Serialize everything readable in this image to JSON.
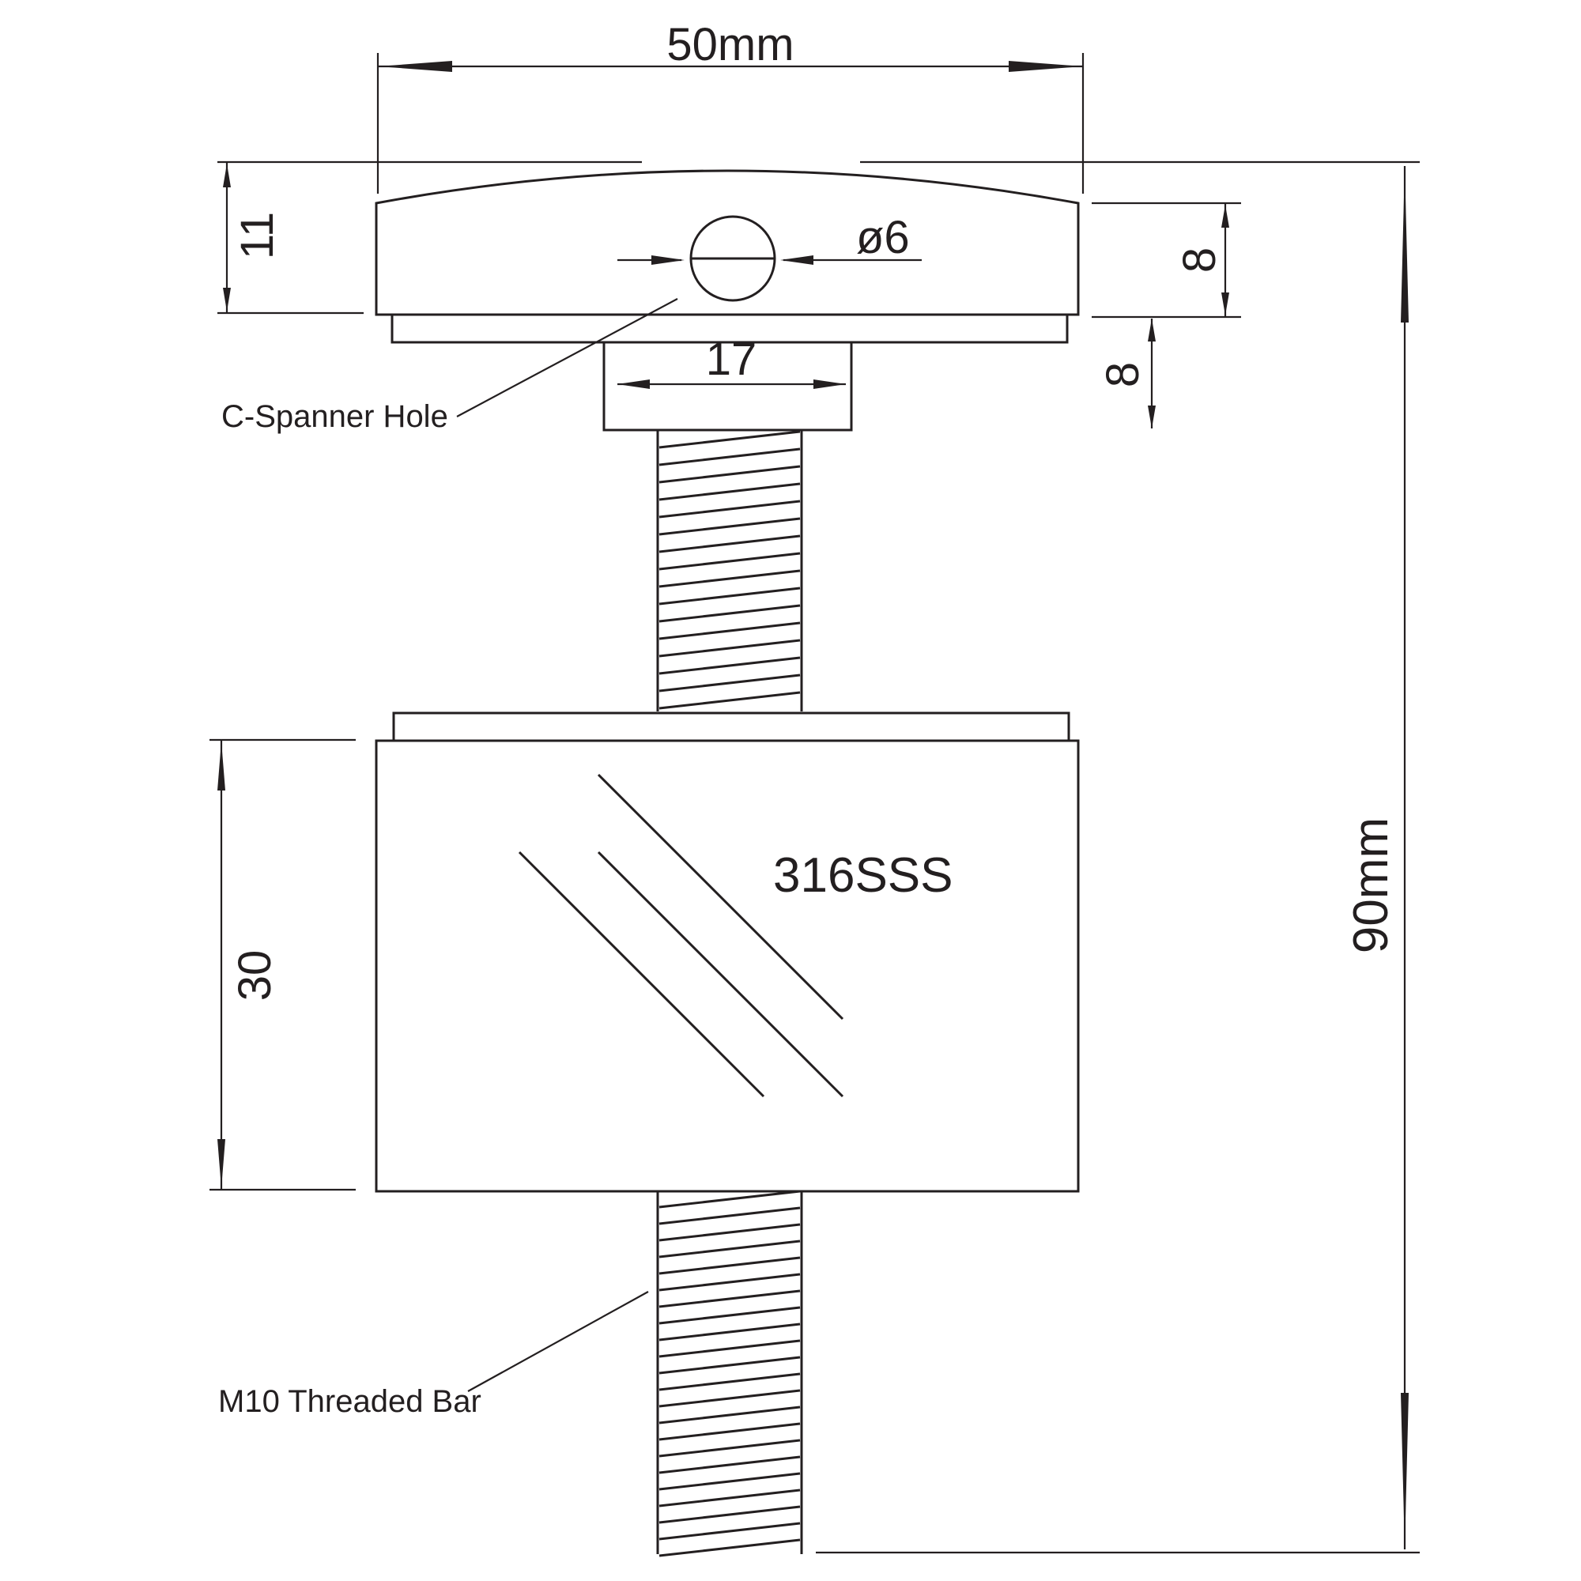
{
  "dimensions": {
    "overall_width": "50mm",
    "overall_height": "90mm",
    "cap_thickness": "11",
    "hole_diameter": "ø6",
    "collar_width": "17",
    "hole_to_edge": "8",
    "collar_height": "8",
    "body_height": "30"
  },
  "labels": {
    "spanner_hole": "C-Spanner Hole",
    "threaded_bar": "M10 Threaded Bar",
    "material": "316SSS"
  }
}
